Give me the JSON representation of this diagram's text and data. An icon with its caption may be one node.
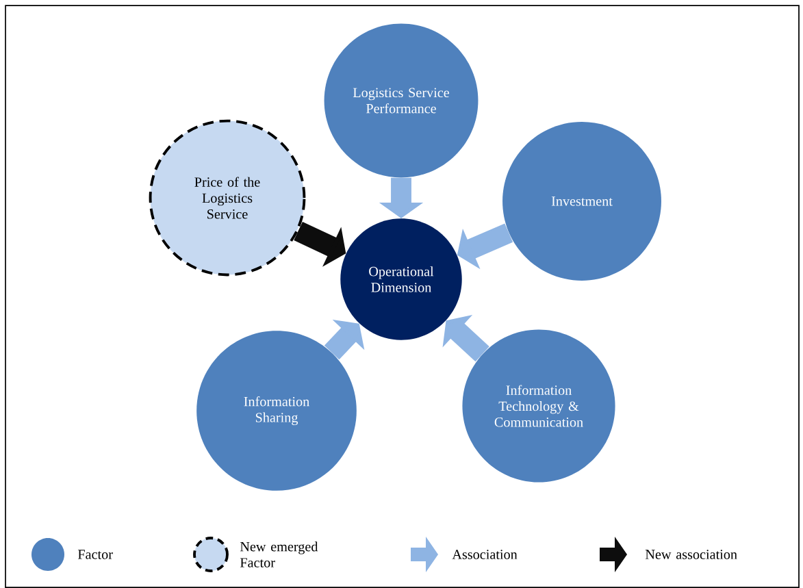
{
  "diagram": {
    "nodes": [
      {
        "text": [
          "Operational Dimension"
        ]
      },
      {
        "text": [
          "Logistics Service Performance"
        ]
      },
      {
        "text": [
          "Investment"
        ]
      },
      {
        "text": [
          "Information Technology & Communication"
        ]
      },
      {
        "text": [
          "Information Sharing"
        ]
      },
      {
        "text": [
          "Price of the Logistics Service"
        ]
      }
    ],
    "edges": [
      {
        "from": 1,
        "to": 0,
        "arrow": "to"
      },
      {
        "from": 2,
        "to": 0,
        "arrow": "to"
      },
      {
        "from": 3,
        "to": 0,
        "arrow": "to"
      },
      {
        "from": 4,
        "to": 0,
        "arrow": "to"
      },
      {
        "from": 5,
        "to": 0,
        "arrow": "to",
        "color": "#0d0d0d"
      }
    ],
    "legend": [
      {
        "text": "Factor",
        "color": "#4f81bd"
      },
      {
        "text": "New emerged Factor",
        "color": "#c6d9f1"
      },
      {
        "text": "Association"
      },
      {
        "text": "New association"
      }
    ]
  }
}
